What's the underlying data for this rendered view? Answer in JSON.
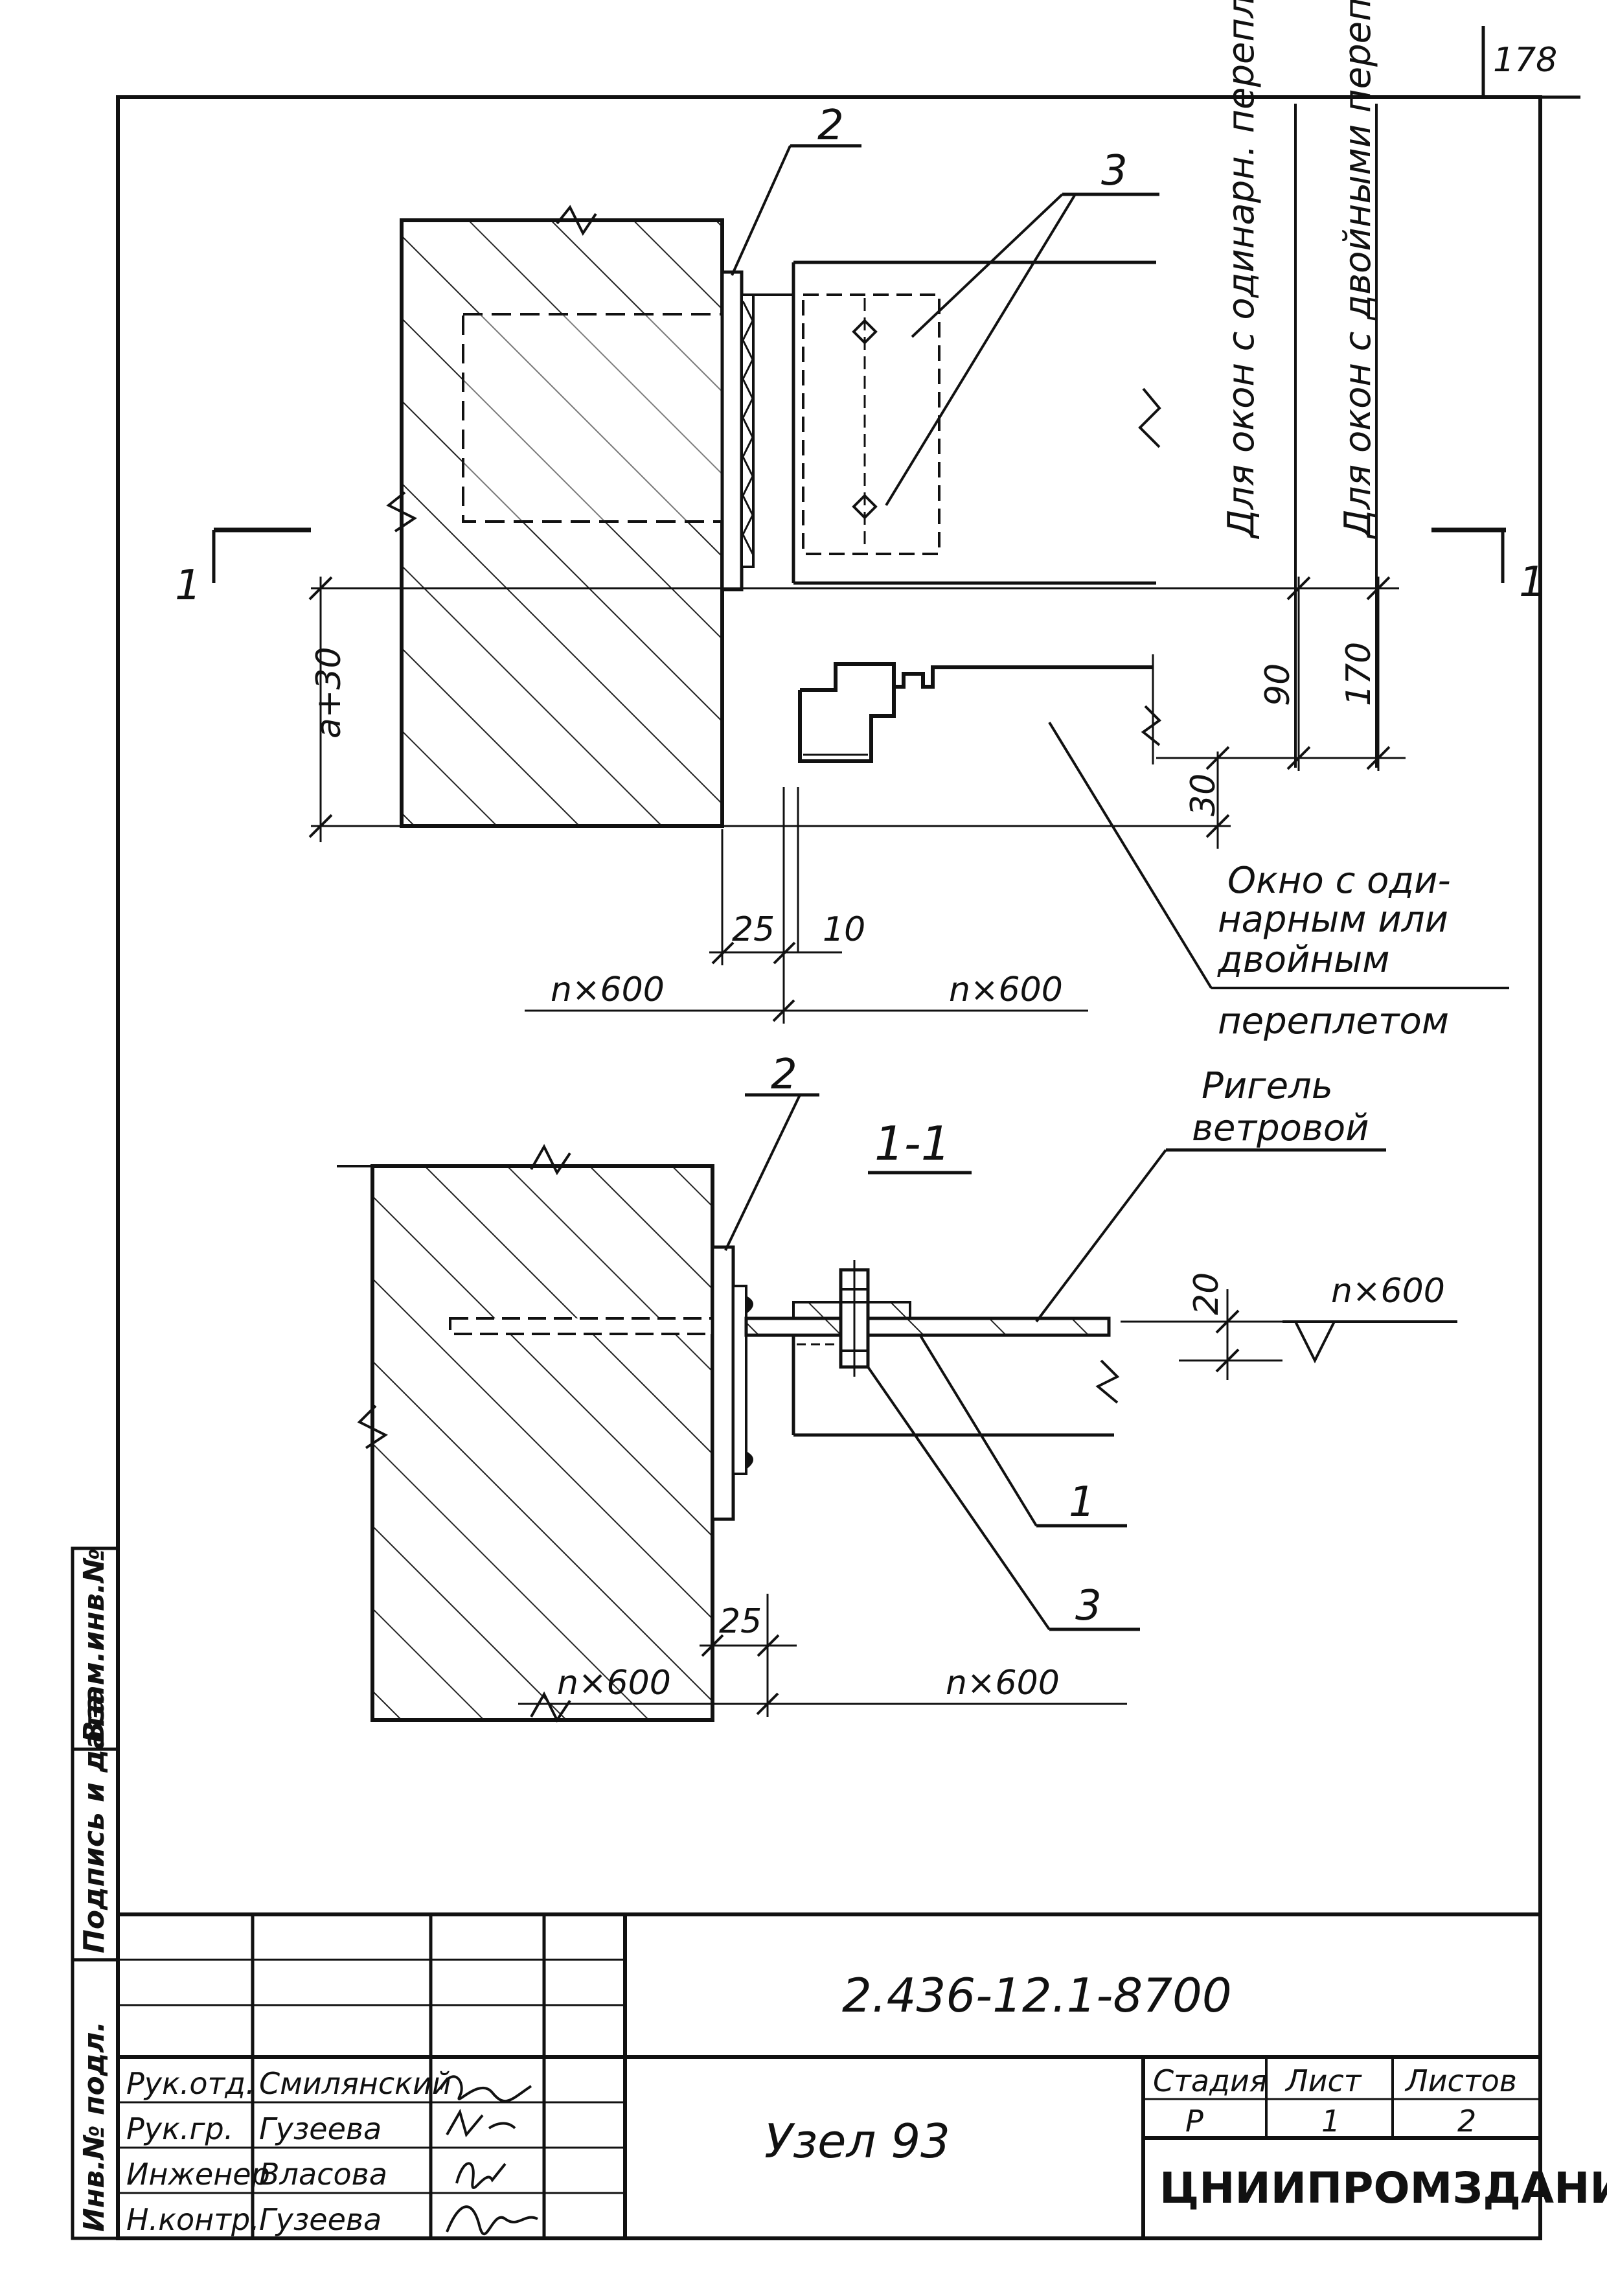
{
  "page_number": "178",
  "views": {
    "upper": {
      "callout_2": "2",
      "callout_3": "3",
      "section_mark_left": "1",
      "section_mark_right": "1",
      "note_single_frame": "Для окон с одинарн. переплетами",
      "note_double_frame": "Для окон с двойными переплетами",
      "dim_a30": "a+30",
      "dim_90": "90",
      "dim_170": "170",
      "dim_30": "30",
      "dim_25": "25",
      "dim_10": "10",
      "dim_nx600_left": "n×600",
      "dim_nx600_right": "n×600",
      "window_note": [
        "Окно с оди-",
        "нарным или",
        "двойным",
        "переплетом"
      ]
    },
    "section": {
      "title": "1-1",
      "callout_2": "2",
      "callout_1": "1",
      "callout_3": "3",
      "rigel_note": [
        "Ригель",
        "ветровой"
      ],
      "dim_20": "20",
      "dim_nx600_level": "n×600",
      "dim_25": "25",
      "dim_nx600_left": "n×600",
      "dim_nx600_right": "n×600"
    }
  },
  "side_stamp": {
    "inv_original": "Инв.№ подл.",
    "signature_date": "Подпись и дата",
    "replaced_inv": "Взам.инв.№"
  },
  "title_block": {
    "document_code": "2.436-12.1-8700",
    "sheet_title": "Узел 93",
    "stage_header": "Стадия",
    "sheet_header": "Лист",
    "sheets_header": "Листов",
    "stage_value": "Р",
    "sheet_value": "1",
    "sheets_value": "2",
    "organization": "ЦНИИПРОМЗДАНИЙ",
    "roles": [
      {
        "role": "Рук.отд.",
        "name": "Смилянский"
      },
      {
        "role": "Рук.гр.",
        "name": "Гузеева"
      },
      {
        "role": "Инженер",
        "name": "Власова"
      },
      {
        "role": "Н.контр.",
        "name": "Гузеева"
      }
    ]
  }
}
